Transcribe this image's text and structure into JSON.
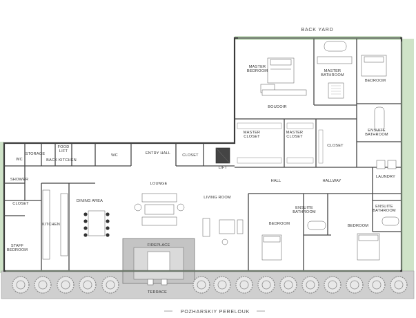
{
  "streets": {
    "top": "BACK YARD",
    "bottom": "POZHARSKIY PERELOUK"
  },
  "rooms": [
    {
      "key": "master_bedroom",
      "lines": [
        "MASTER",
        "BEDROOM"
      ]
    },
    {
      "key": "master_bathroom",
      "lines": [
        "MASTER",
        "BATHROOM"
      ]
    },
    {
      "key": "bedroom_ne",
      "lines": [
        "BEDROOM"
      ]
    },
    {
      "key": "boudoir",
      "lines": [
        "BOUDOIR"
      ]
    },
    {
      "key": "master_closet_1",
      "lines": [
        "MASTER",
        "CLOSET"
      ]
    },
    {
      "key": "master_closet_2",
      "lines": [
        "MASTER",
        "CLOSET"
      ]
    },
    {
      "key": "closet_e",
      "lines": [
        "CLOSET"
      ]
    },
    {
      "key": "ensuite_bathroom_ne",
      "lines": [
        "ENSUITE",
        "BATHROOM"
      ]
    },
    {
      "key": "storage",
      "lines": [
        "STORAGE"
      ]
    },
    {
      "key": "food_lift",
      "lines": [
        "FOOD",
        "LIFT"
      ]
    },
    {
      "key": "wc_w",
      "lines": [
        "WC"
      ]
    },
    {
      "key": "back_kitchen",
      "lines": [
        "BACK KITCHEN"
      ]
    },
    {
      "key": "wc_c",
      "lines": [
        "WC"
      ]
    },
    {
      "key": "entry_hall",
      "lines": [
        "ENTRY HALL"
      ]
    },
    {
      "key": "closet_c",
      "lines": [
        "CLOSET"
      ]
    },
    {
      "key": "lift",
      "lines": [
        "LIFT"
      ]
    },
    {
      "key": "laundry",
      "lines": [
        "LAUNDRY"
      ]
    },
    {
      "key": "shower",
      "lines": [
        "SHOWER"
      ]
    },
    {
      "key": "hall",
      "lines": [
        "HALL"
      ]
    },
    {
      "key": "hallway",
      "lines": [
        "HALLWAY"
      ]
    },
    {
      "key": "lounge",
      "lines": [
        "LOUNGE"
      ]
    },
    {
      "key": "closet_w",
      "lines": [
        "CLOSET"
      ]
    },
    {
      "key": "dining_area",
      "lines": [
        "DINING AREA"
      ]
    },
    {
      "key": "living_room",
      "lines": [
        "LIVING ROOM"
      ]
    },
    {
      "key": "ensuite_bathroom_c",
      "lines": [
        "ENSUITE",
        "BATHROOM"
      ]
    },
    {
      "key": "ensuite_bathroom_e",
      "lines": [
        "ENSUITE",
        "BATHROOM"
      ]
    },
    {
      "key": "kitchen",
      "lines": [
        "KITCHEN"
      ]
    },
    {
      "key": "bedroom_c",
      "lines": [
        "BEDROOM"
      ]
    },
    {
      "key": "bedroom_e",
      "lines": [
        "BEDROOM"
      ]
    },
    {
      "key": "staff_bedroom",
      "lines": [
        "STAFF",
        "BEDROOM"
      ]
    },
    {
      "key": "fireplace",
      "lines": [
        "FIREPLACE"
      ]
    },
    {
      "key": "terrace",
      "lines": [
        "TERRACE"
      ]
    }
  ],
  "colors": {
    "wall": "#3a3a3a",
    "terrace_band": "#cfcfcf",
    "fireplace_zone": "#c4c4c4",
    "greenery": "#cfe3c8",
    "glazing": "#9db69a",
    "tree": "#8a8a8a"
  }
}
